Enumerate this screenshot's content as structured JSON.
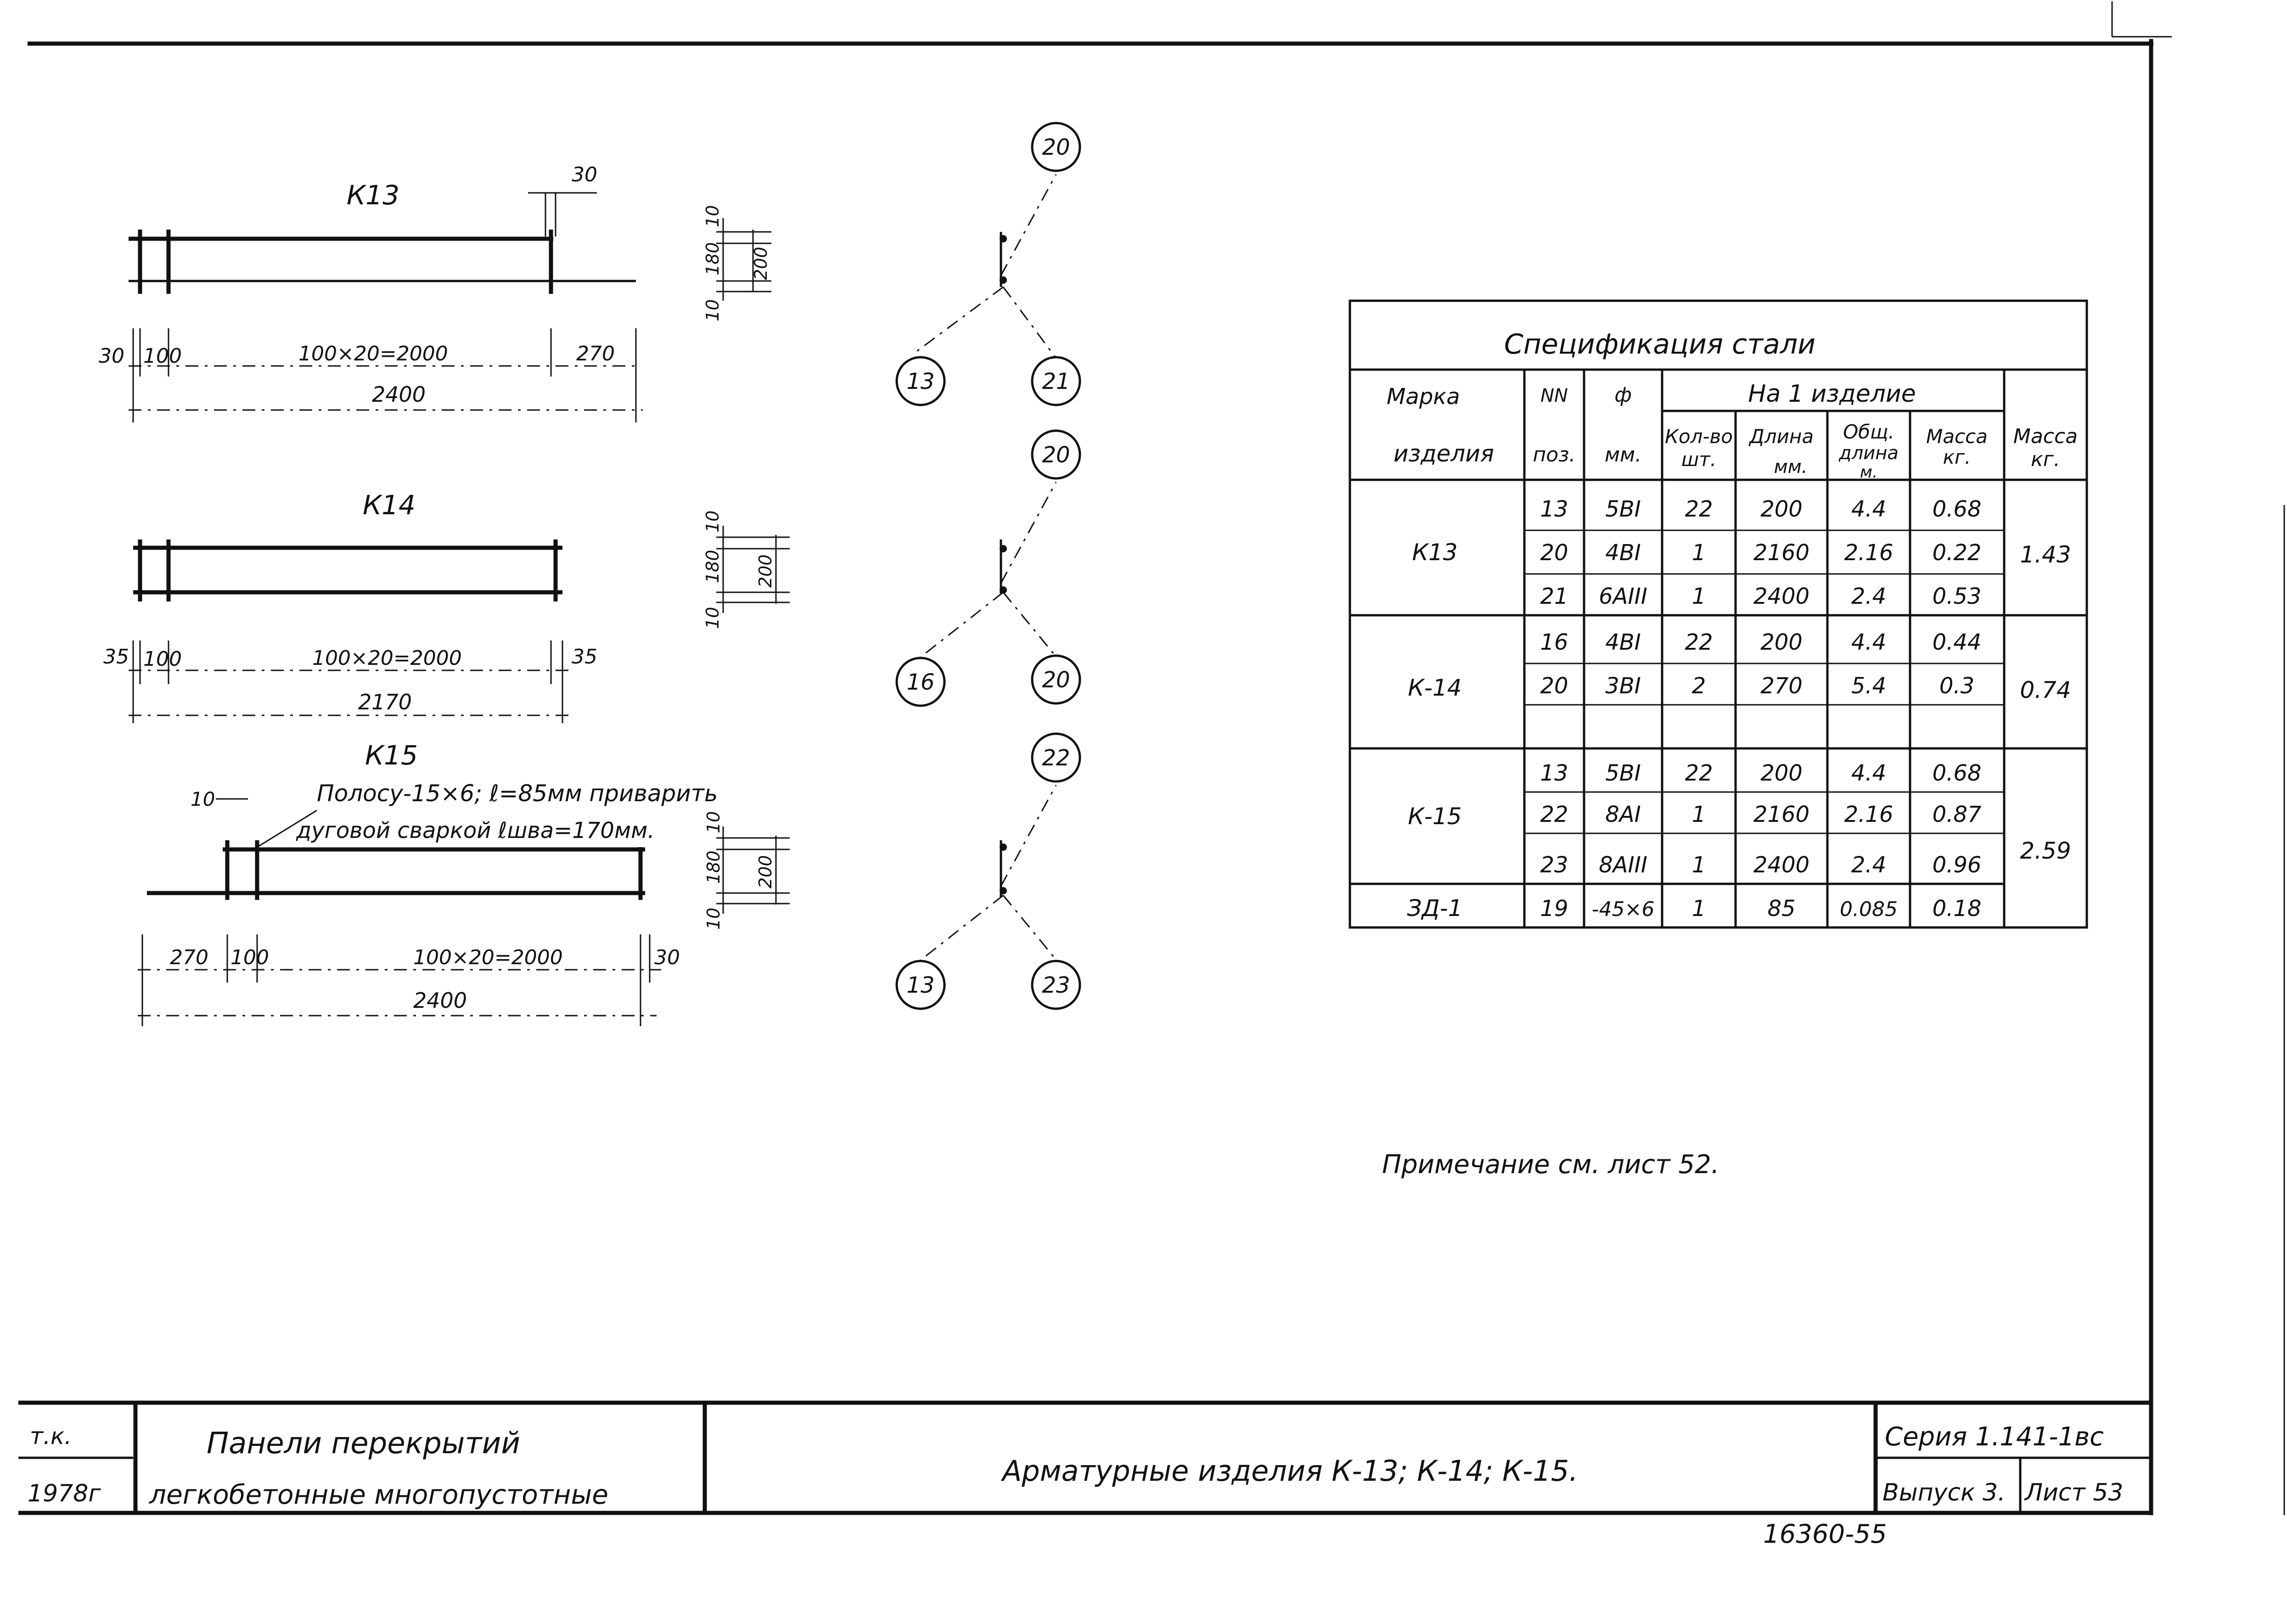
{
  "drawings": {
    "k13": {
      "title": "К13",
      "dim_top": "30",
      "dim_left": "30",
      "dim_pitch": "100",
      "dim_main": "100×20=2000",
      "dim_right": "270",
      "dim_total": "2400",
      "section": {
        "top": "10",
        "middle": "180",
        "bottom": "10",
        "total": "200"
      }
    },
    "k14": {
      "title": "К14",
      "dim_left": "35",
      "dim_pitch": "100",
      "dim_main": "100×20=2000",
      "dim_right": "35",
      "dim_total": "2170",
      "section": {
        "top": "10",
        "middle": "180",
        "bottom": "10",
        "total": "200"
      }
    },
    "k15": {
      "title": "К15",
      "dim_top": "10",
      "note_line1": "Полосу-15×6; ℓ=85мм приварить",
      "note_line2": "дуговой сваркой ℓшва=170мм.",
      "dim_left": "270",
      "dim_pitch": "100",
      "dim_main": "100×20=2000",
      "dim_right": "30",
      "dim_total": "2400",
      "section": {
        "top": "10",
        "middle": "180",
        "bottom": "10",
        "total": "200"
      }
    }
  },
  "markers": {
    "k13": {
      "top": "20",
      "left": "13",
      "right": "21"
    },
    "k14": {
      "top": "20",
      "left": "16",
      "right": "20"
    },
    "k15": {
      "top": "22",
      "left": "13",
      "right": "23"
    }
  },
  "spec_table": {
    "title": "Спецификация стали",
    "headers": {
      "mark_line1": "Марка",
      "mark_line2": "изделия",
      "pos_line1": "NN",
      "pos_line2": "поз.",
      "dia_line1": "ф",
      "dia_line2": "мм.",
      "per_item": "На 1 изделие",
      "qty_line1": "Кол-во",
      "qty_line2": "шт.",
      "len_line1": "Длина",
      "len_line2": "мм.",
      "total_len_line1": "Общ.",
      "total_len_line2": "длина",
      "total_len_line3": "м.",
      "mass_line1": "Масса",
      "mass_line2": "кг.",
      "mass_total_line1": "Масса",
      "mass_total_line2": "кг."
    },
    "groups": [
      {
        "mark": "К13",
        "total_mass": "1.43",
        "rows": [
          {
            "pos": "13",
            "dia": "5ВI",
            "qty": "22",
            "len": "200",
            "total_len": "4.4",
            "mass": "0.68"
          },
          {
            "pos": "20",
            "dia": "4ВI",
            "qty": "1",
            "len": "2160",
            "total_len": "2.16",
            "mass": "0.22"
          },
          {
            "pos": "21",
            "dia": "6АIII",
            "qty": "1",
            "len": "2400",
            "total_len": "2.4",
            "mass": "0.53"
          }
        ]
      },
      {
        "mark": "К-14",
        "total_mass": "0.74",
        "rows": [
          {
            "pos": "16",
            "dia": "4ВI",
            "qty": "22",
            "len": "200",
            "total_len": "4.4",
            "mass": "0.44"
          },
          {
            "pos": "20",
            "dia": "3ВI",
            "qty": "2",
            "len": "270",
            "total_len": "5.4",
            "mass": "0.3"
          },
          {
            "pos": "",
            "dia": "",
            "qty": "",
            "len": "",
            "total_len": "",
            "mass": ""
          }
        ]
      },
      {
        "mark": "К-15",
        "total_mass": "2.59",
        "rows": [
          {
            "pos": "13",
            "dia": "5ВI",
            "qty": "22",
            "len": "200",
            "total_len": "4.4",
            "mass": "0.68"
          },
          {
            "pos": "22",
            "dia": "8АI",
            "qty": "1",
            "len": "2160",
            "total_len": "2.16",
            "mass": "0.87"
          },
          {
            "pos": "23",
            "dia": "8АIII",
            "qty": "1",
            "len": "2400",
            "total_len": "2.4",
            "mass": "0.96"
          },
          {
            "pos": "19",
            "dia": "-45×6",
            "qty": "1",
            "len": "85",
            "total_len": "0.085",
            "mass": "0.18",
            "mark": "ЗД-1"
          }
        ]
      }
    ]
  },
  "note": "Примечание см. лист 52.",
  "title_block": {
    "org": "т.к.",
    "year": "1978г",
    "project_line1": "Панели перекрытий",
    "project_line2": "легкобетонные многопустотные",
    "drawing_title": "Арматурные изделия К-13; К-14; К-15.",
    "series": "Серия 1.141-1вс",
    "issue": "Выпуск 3.",
    "sheet": "Лист 53"
  },
  "stamp_number": "16360-55"
}
